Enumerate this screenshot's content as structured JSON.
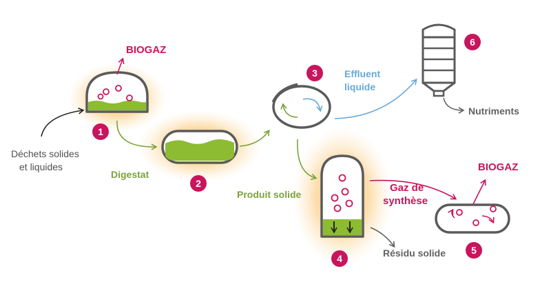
{
  "labels": {
    "biogaz_1": "BIOGAZ",
    "biogaz_2": "BIOGAZ",
    "dechets_line1": "Déchets solides",
    "dechets_line2": "et liquides",
    "digestat": "Digestat",
    "produit_solide": "Produit solide",
    "effluent_line1": "Effluent",
    "effluent_line2": "liquide",
    "nutriments": "Nutriments",
    "gaz_line1": "Gaz de",
    "gaz_line2": "synthèse",
    "residu_solide": "Résidu solide"
  },
  "steps": [
    "1",
    "2",
    "3",
    "4",
    "5",
    "6"
  ],
  "colors": {
    "magenta": "#c8155d",
    "green": "#7ba23a",
    "fill_green": "#8dbb32",
    "blue": "#66a9d9",
    "gray": "#626262",
    "outline": "#5a5a5a",
    "glow": "#f6a623"
  }
}
